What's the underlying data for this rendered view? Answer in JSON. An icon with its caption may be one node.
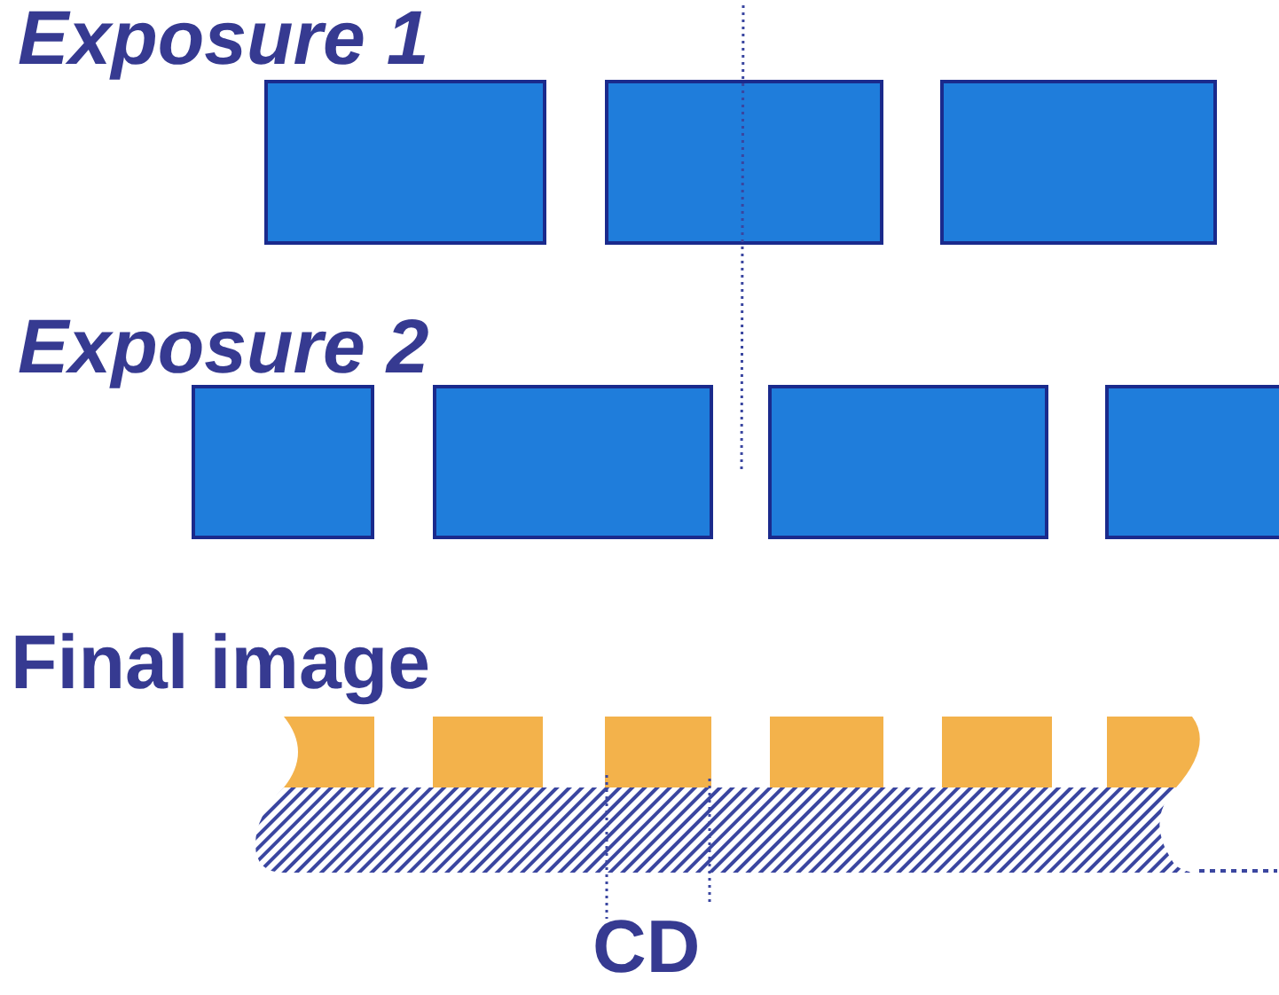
{
  "diagram": {
    "labels": [
      "Exposure 1",
      "Exposure 2",
      "Final image",
      "CD"
    ]
  }
}
